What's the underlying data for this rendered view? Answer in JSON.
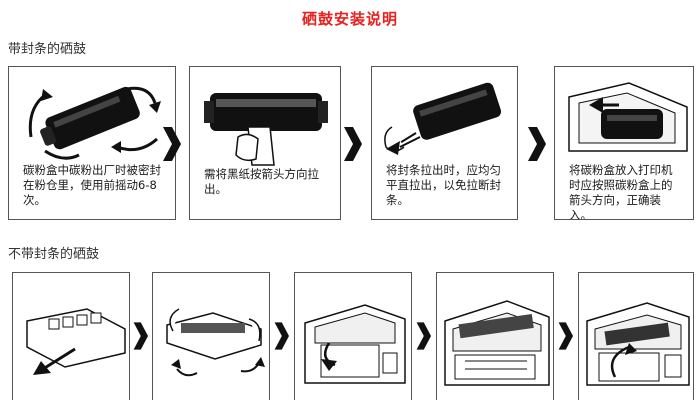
{
  "title": "硒鼓安装说明",
  "section_with_seal": {
    "label": "带封条的硒鼓",
    "steps": [
      {
        "caption": "碳粉盒中碳粉出厂时被密封在粉仓里，使用前摇动6-8次。"
      },
      {
        "caption": "需将黑纸按箭头方向拉出。"
      },
      {
        "caption": "将封条拉出时，应均匀平直拉出，以免拉断封条。"
      },
      {
        "caption": "将碳粉盒放入打印机时应按照碳粉盒上的箭头方向，正确装入。"
      }
    ]
  },
  "section_without_seal": {
    "label": "不带封条的硒鼓"
  },
  "separator_glyph": "❯"
}
